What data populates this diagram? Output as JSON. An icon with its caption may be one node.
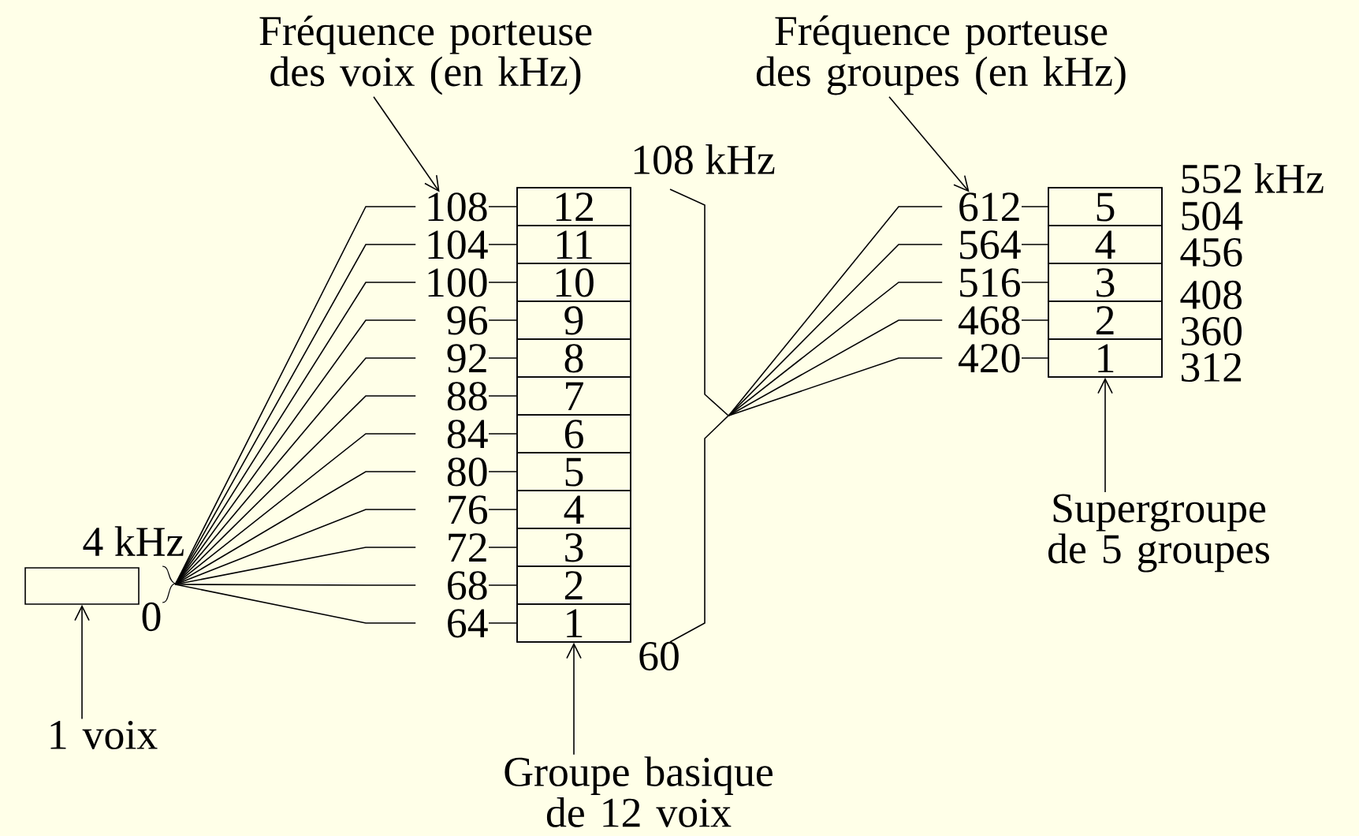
{
  "diagram": {
    "nodes": [
      {
        "text": [],
        "shape": "box"
      },
      {
        "text": [
          "1 voix"
        ]
      },
      {
        "text": [
          "108"
        ]
      },
      {
        "text": [
          "104"
        ]
      },
      {
        "text": [
          "100"
        ]
      },
      {
        "text": [
          "96"
        ]
      },
      {
        "text": [
          "92"
        ]
      },
      {
        "text": [
          "88"
        ]
      },
      {
        "text": [
          "84"
        ]
      },
      {
        "text": [
          "80"
        ]
      },
      {
        "text": [
          "76"
        ]
      },
      {
        "text": [
          "72"
        ]
      },
      {
        "text": [
          "68"
        ]
      },
      {
        "text": [
          "64"
        ]
      },
      {
        "text": [],
        "shape": "box"
      },
      {
        "text": [
          "12"
        ],
        "in": 14
      },
      {
        "text": [
          "11"
        ],
        "in": 14
      },
      {
        "text": [
          "10"
        ],
        "in": 14
      },
      {
        "text": [
          "9"
        ],
        "in": 14
      },
      {
        "text": [
          "8"
        ],
        "in": 14
      },
      {
        "text": [
          "7"
        ],
        "in": 14
      },
      {
        "text": [
          "6"
        ],
        "in": 14
      },
      {
        "text": [
          "5"
        ],
        "in": 14
      },
      {
        "text": [
          "4"
        ],
        "in": 14
      },
      {
        "text": [
          "3"
        ],
        "in": 14
      },
      {
        "text": [
          "2"
        ],
        "in": 14
      },
      {
        "text": [
          "1"
        ],
        "in": 14
      },
      {
        "text": [
          "Fréquence porteuse des voix (en kHz)"
        ]
      },
      {
        "text": [
          "Groupe basique de 12 voix"
        ]
      },
      {
        "text": [
          "612"
        ]
      },
      {
        "text": [
          "564"
        ]
      },
      {
        "text": [
          "516"
        ]
      },
      {
        "text": [
          "468"
        ]
      },
      {
        "text": [
          "420"
        ]
      },
      {
        "text": [],
        "shape": "box"
      },
      {
        "text": [
          "5"
        ],
        "in": 34
      },
      {
        "text": [
          "4"
        ],
        "in": 34
      },
      {
        "text": [
          "3"
        ],
        "in": 34
      },
      {
        "text": [
          "2"
        ],
        "in": 34
      },
      {
        "text": [
          "1"
        ],
        "in": 34
      },
      {
        "text": [
          "Fréquence porteuse des groupes (en kHz)"
        ]
      },
      {
        "text": [
          "Supergroupe de 5 groupes"
        ]
      },
      {
        "text": [],
        "shape": "brace"
      },
      {
        "text": [],
        "shape": "brace"
      }
    ],
    "edges": [
      {
        "from": 1,
        "to": 0,
        "arrow": "to"
      },
      {
        "from": 42,
        "to": 2,
        "arrow": "none"
      },
      {
        "from": 42,
        "to": 3,
        "arrow": "none"
      },
      {
        "from": 42,
        "to": 4,
        "arrow": "none"
      },
      {
        "from": 42,
        "to": 5,
        "arrow": "none"
      },
      {
        "from": 42,
        "to": 6,
        "arrow": "none"
      },
      {
        "from": 42,
        "to": 7,
        "arrow": "none"
      },
      {
        "from": 42,
        "to": 8,
        "arrow": "none"
      },
      {
        "from": 42,
        "to": 9,
        "arrow": "none"
      },
      {
        "from": 42,
        "to": 10,
        "arrow": "none"
      },
      {
        "from": 42,
        "to": 11,
        "arrow": "none"
      },
      {
        "from": 42,
        "to": 12,
        "arrow": "none"
      },
      {
        "from": 42,
        "to": 13,
        "arrow": "none"
      },
      {
        "from": 2,
        "to": 15,
        "arrow": "none"
      },
      {
        "from": 3,
        "to": 16,
        "arrow": "none"
      },
      {
        "from": 4,
        "to": 17,
        "arrow": "none"
      },
      {
        "from": 5,
        "to": 18,
        "arrow": "none"
      },
      {
        "from": 6,
        "to": 19,
        "arrow": "none"
      },
      {
        "from": 7,
        "to": 20,
        "arrow": "none"
      },
      {
        "from": 8,
        "to": 21,
        "arrow": "none"
      },
      {
        "from": 9,
        "to": 22,
        "arrow": "none"
      },
      {
        "from": 10,
        "to": 23,
        "arrow": "none"
      },
      {
        "from": 11,
        "to": 24,
        "arrow": "none"
      },
      {
        "from": 12,
        "to": 25,
        "arrow": "none"
      },
      {
        "from": 13,
        "to": 26,
        "arrow": "none"
      },
      {
        "from": 27,
        "to": 2,
        "arrow": "to"
      },
      {
        "from": 28,
        "to": 14,
        "arrow": "to"
      },
      {
        "from": 43,
        "to": 29,
        "arrow": "none"
      },
      {
        "from": 43,
        "to": 30,
        "arrow": "none"
      },
      {
        "from": 43,
        "to": 31,
        "arrow": "none"
      },
      {
        "from": 43,
        "to": 32,
        "arrow": "none"
      },
      {
        "from": 43,
        "to": 33,
        "arrow": "none"
      },
      {
        "from": 29,
        "to": 35,
        "arrow": "none"
      },
      {
        "from": 30,
        "to": 36,
        "arrow": "none"
      },
      {
        "from": 31,
        "to": 37,
        "arrow": "none"
      },
      {
        "from": 32,
        "to": 38,
        "arrow": "none"
      },
      {
        "from": 33,
        "to": 39,
        "arrow": "none"
      },
      {
        "from": 40,
        "to": 29,
        "arrow": "to"
      },
      {
        "from": 41,
        "to": 34,
        "arrow": "to"
      }
    ],
    "labels": [
      "4 kHz",
      "0",
      "108 kHz",
      "60",
      "552 kHz",
      "504",
      "456",
      "408",
      "360",
      "312"
    ]
  }
}
